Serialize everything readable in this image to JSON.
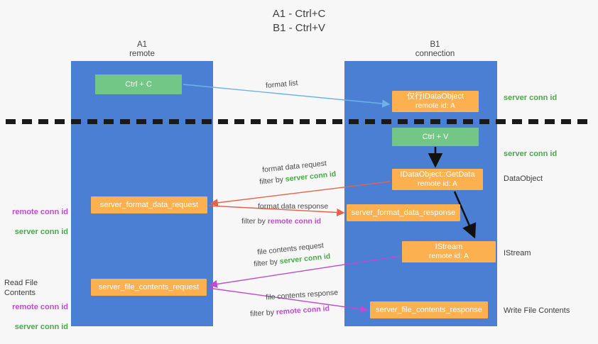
{
  "title": "A1 - Ctrl+C\nB1 - Ctrl+V",
  "columns": {
    "a1": "A1\nremote",
    "b1": "B1\nconnection"
  },
  "nodes": {
    "ctrl_c": {
      "label": "Ctrl + C",
      "color": "#73c786"
    },
    "idataobject": {
      "label": "仅行IDataObject",
      "sub": "remote id: A",
      "color": "#fcb050"
    },
    "ctrl_v": {
      "label": "Ctrl + V",
      "color": "#73c786"
    },
    "getdata": {
      "label": "IDataObject::GetData",
      "sub": "remote id: A",
      "color": "#fcb050"
    },
    "format_data_request": {
      "label": "server_format_data_request",
      "color": "#fcb050"
    },
    "format_data_response": {
      "label": "server_format_data_response",
      "color": "#fcb050"
    },
    "istream": {
      "label": "IStream",
      "sub": "remote id: A",
      "color": "#fcb050"
    },
    "file_contents_request": {
      "label": "server_file_contents_request",
      "color": "#fcb050"
    },
    "file_contents_response": {
      "label": "server_file_contents_response",
      "color": "#fcb050"
    }
  },
  "edges": {
    "format_list": {
      "caption": "format list",
      "color": "#6fb2e8"
    },
    "format_data_request": {
      "caption": "format data request",
      "filter_prefix": "filter by ",
      "filter_value": "server conn id",
      "color": "#e8604c"
    },
    "format_data_response": {
      "caption": "format data response",
      "filter_prefix": "filter by ",
      "filter_value": "remote conn id",
      "color": "#e8604c"
    },
    "file_contents_request": {
      "caption": "file contents request",
      "filter_prefix": "filter by ",
      "filter_value": "server conn id",
      "color": "#c04ad0"
    },
    "file_contents_response": {
      "caption": "file contents response",
      "filter_prefix": "filter by ",
      "filter_value": "remote conn id",
      "color": "#c04ad0"
    }
  },
  "right_labels": {
    "server_conn_id_1": "server conn id",
    "server_conn_id_2": "server conn id",
    "dataobject": "DataObject",
    "istream": "IStream",
    "write_file_contents": "Write File Contents"
  },
  "left_labels": {
    "conn_ids_top": "remote conn id\nserver conn id",
    "read_file_contents": "Read File Contents",
    "conn_ids_bottom": "remote conn id\nserver conn id"
  },
  "colors": {
    "lane": "#4a7fd4",
    "green": "#4aa84a",
    "magenta": "#c04ad0",
    "node_green": "#73c786",
    "node_orange": "#fcb050",
    "background": "#f7f7f7"
  }
}
